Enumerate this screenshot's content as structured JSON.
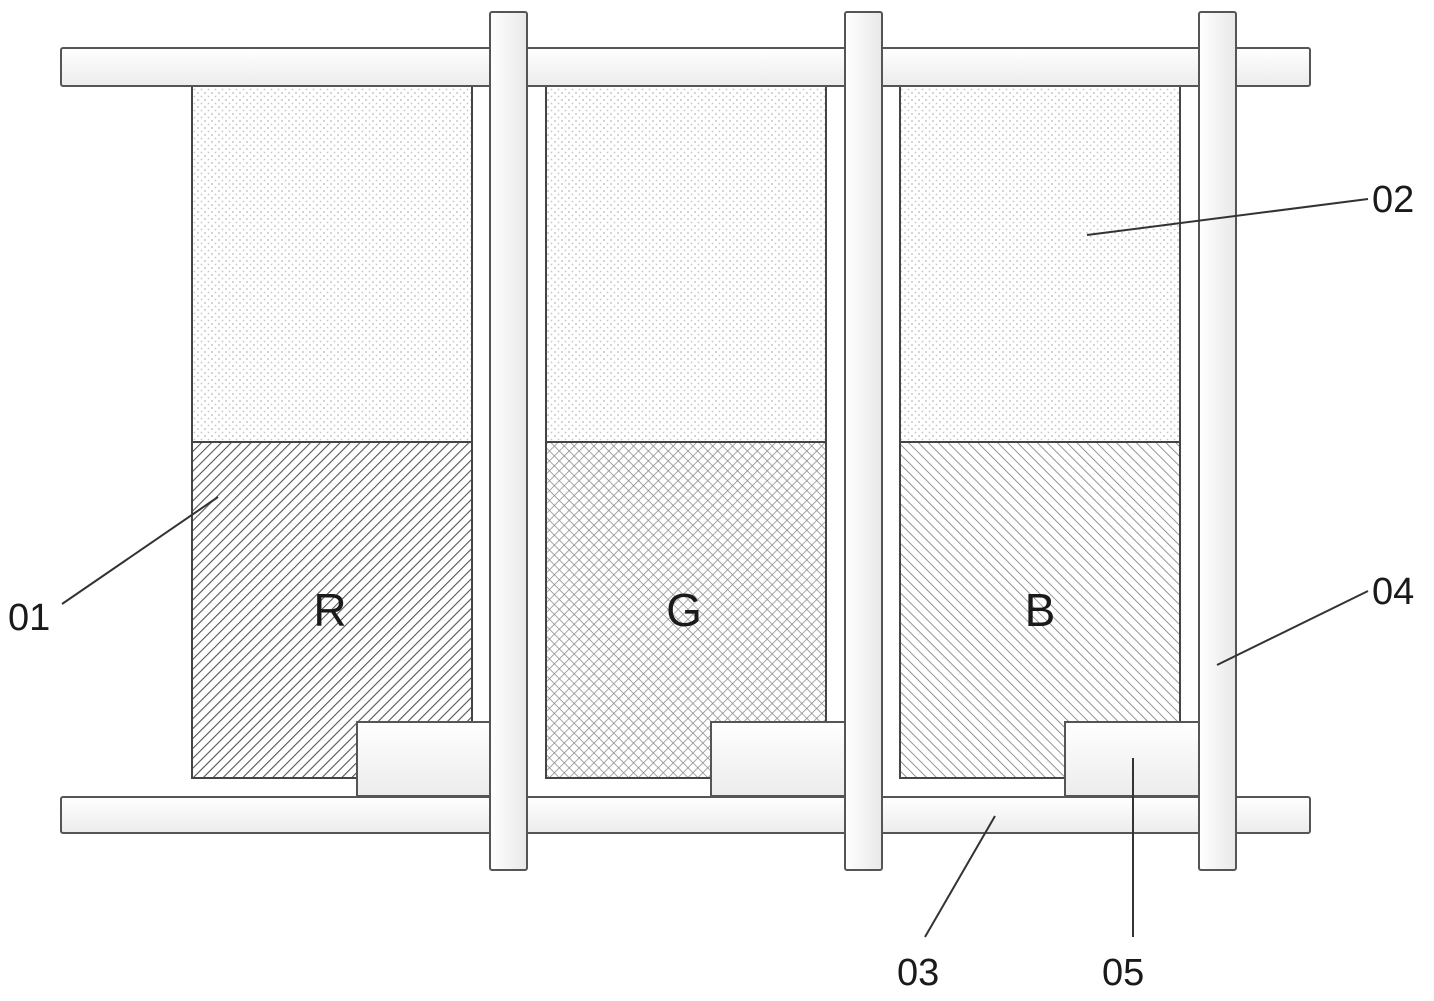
{
  "pixels": [
    {
      "id": "r",
      "letter": "R",
      "pattern": "hatch-dense"
    },
    {
      "id": "g",
      "letter": "G",
      "pattern": "crosshatch"
    },
    {
      "id": "b",
      "letter": "B",
      "pattern": "hatch-light"
    }
  ],
  "labels": {
    "color_filter": "01",
    "black_region": "02",
    "scan_line": "03",
    "data_line": "04",
    "tft": "05"
  },
  "colors": {
    "line": "#444444",
    "bar_fill": "#f4f4f4",
    "dot": "#b5b5b5"
  }
}
